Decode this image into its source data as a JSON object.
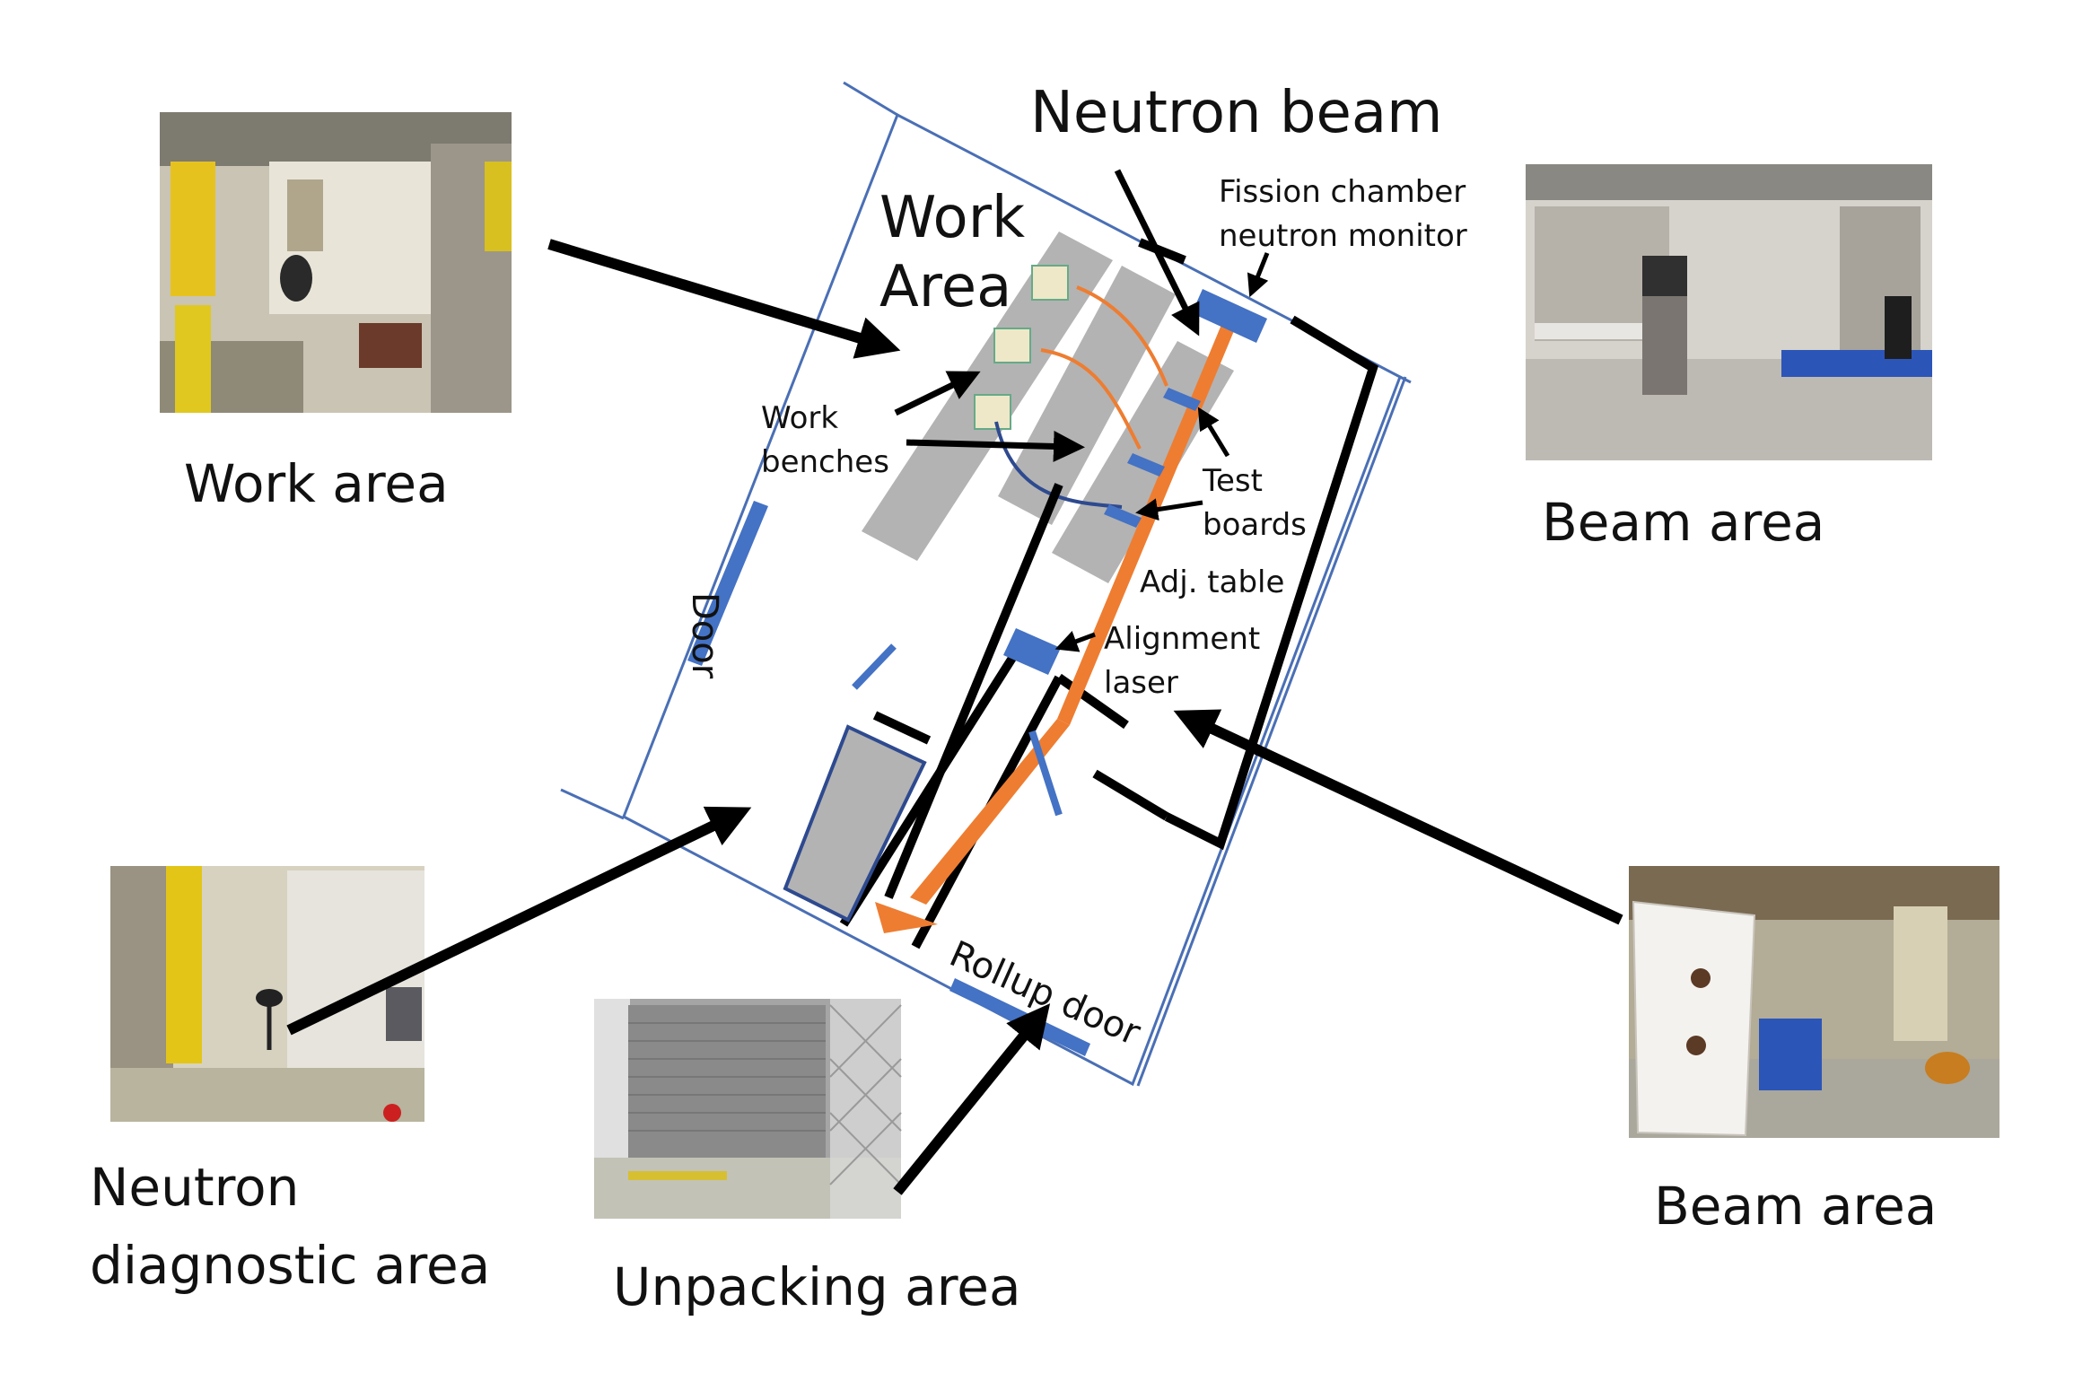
{
  "labels": {
    "neutron_beam": "Neutron beam",
    "fission_line1": "Fission chamber",
    "fission_line2": "neutron monitor",
    "work_area_title_1": "Work",
    "work_area_title_2": "Area",
    "work_benches_1": "Work",
    "work_benches_2": "benches",
    "test_boards_1": "Test",
    "test_boards_2": "boards",
    "adj_table": "Adj. table",
    "alignment_1": "Alignment",
    "alignment_2": "laser",
    "door": "Door",
    "rollup_door": "Rollup door",
    "work_area_caption": "Work area",
    "beam_area_caption_top": "Beam area",
    "beam_area_caption_bottom": "Beam area",
    "neutron_diag_1": "Neutron",
    "neutron_diag_2": "diagnostic area",
    "unpacking_caption": "Unpacking area"
  },
  "colors": {
    "beam": "#ee7d31",
    "blue_part": "#4472c4",
    "outline": "#4a6fb5",
    "bench": "#b3b3b3",
    "arrow": "#000000"
  },
  "photos": [
    {
      "name": "work-area-photo",
      "subject": "work area"
    },
    {
      "name": "beam-area-photo-top",
      "subject": "beam area"
    },
    {
      "name": "neutron-diagnostic-photo",
      "subject": "neutron diagnostic area"
    },
    {
      "name": "unpacking-photo",
      "subject": "unpacking area"
    },
    {
      "name": "beam-area-photo-bottom",
      "subject": "beam area"
    }
  ]
}
